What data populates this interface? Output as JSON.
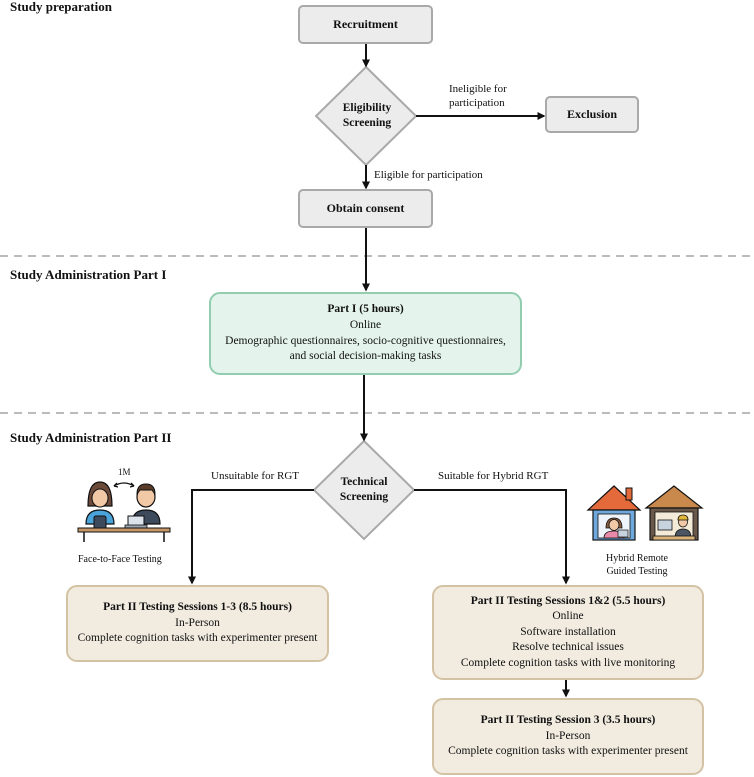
{
  "sections": {
    "preparation": "Study preparation",
    "part1": "Study Administration Part I",
    "part2": "Study Administration Part II"
  },
  "nodes": {
    "recruitment": "Recruitment",
    "eligibility": [
      "Eligibility",
      "Screening"
    ],
    "exclusion": "Exclusion",
    "consent": "Obtain consent",
    "part1": {
      "title": "Part I (5 hours)",
      "lines": [
        "Online",
        "Demographic questionnaires, socio-cognitive questionnaires,",
        "and social decision-making tasks"
      ]
    },
    "technical": [
      "Technical",
      "Screening"
    ],
    "inperson": {
      "title": "Part II Testing Sessions 1-3 (8.5 hours)",
      "lines": [
        "In-Person",
        "Complete cognition tasks with experimenter present"
      ]
    },
    "hybrid12": {
      "title": "Part II Testing Sessions 1&2 (5.5 hours)",
      "lines": [
        "Online",
        "Software installation",
        "Resolve technical issues",
        "Complete cognition tasks with live monitoring"
      ]
    },
    "session3": {
      "title": "Part II Testing Session 3 (3.5 hours)",
      "lines": [
        "In-Person",
        "Complete cognition tasks with experimenter present"
      ]
    }
  },
  "edges": {
    "ineligible": [
      "Ineligible for",
      "participation"
    ],
    "eligible": "Eligible for participation",
    "unsuitable": "Unsuitable for RGT",
    "suitable": "Suitable for Hybrid RGT"
  },
  "illustrations": {
    "face_to_face": {
      "caption": "Face-to-Face Testing",
      "distance": "1M",
      "icon": "face-to-face-testing-icon"
    },
    "hybrid": {
      "caption": [
        "Hybrid Remote",
        "Guided Testing"
      ],
      "icon": "hybrid-remote-testing-icon"
    }
  },
  "colors": {
    "gray_fill": "#ececec",
    "gray_border": "#a9a9a9",
    "green_fill": "#e4f4ec",
    "green_border": "#93cdb0",
    "beige_fill": "#f1ebe0",
    "beige_border": "#d3c3a4",
    "divider": "#bbbbbb"
  }
}
